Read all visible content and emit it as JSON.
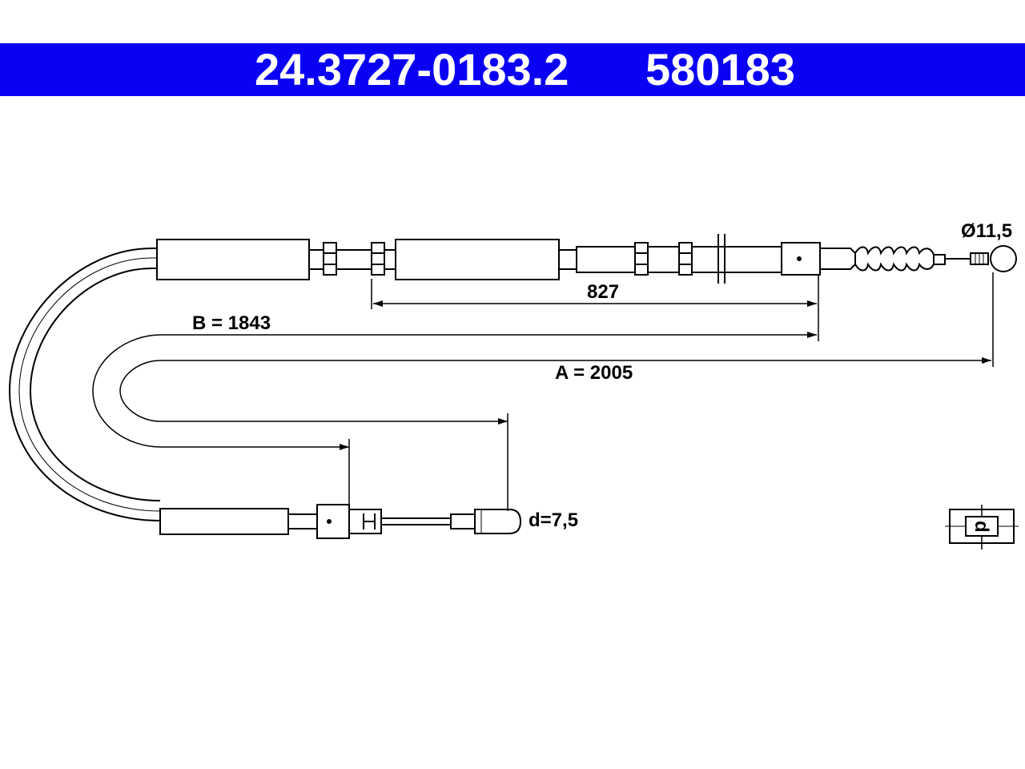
{
  "header": {
    "part_number": "24.3727-0183.2",
    "reference_number": "580183",
    "background_color": "#0a00f4",
    "text_color": "#ffffff"
  },
  "dimensions": {
    "section_length": "827",
    "length_b": "B = 1843",
    "length_a": "A = 2005",
    "ball_diameter": "Ø11,5",
    "nipple_diameter": "d=7,5"
  },
  "detail_symbol": {
    "label": "d"
  }
}
